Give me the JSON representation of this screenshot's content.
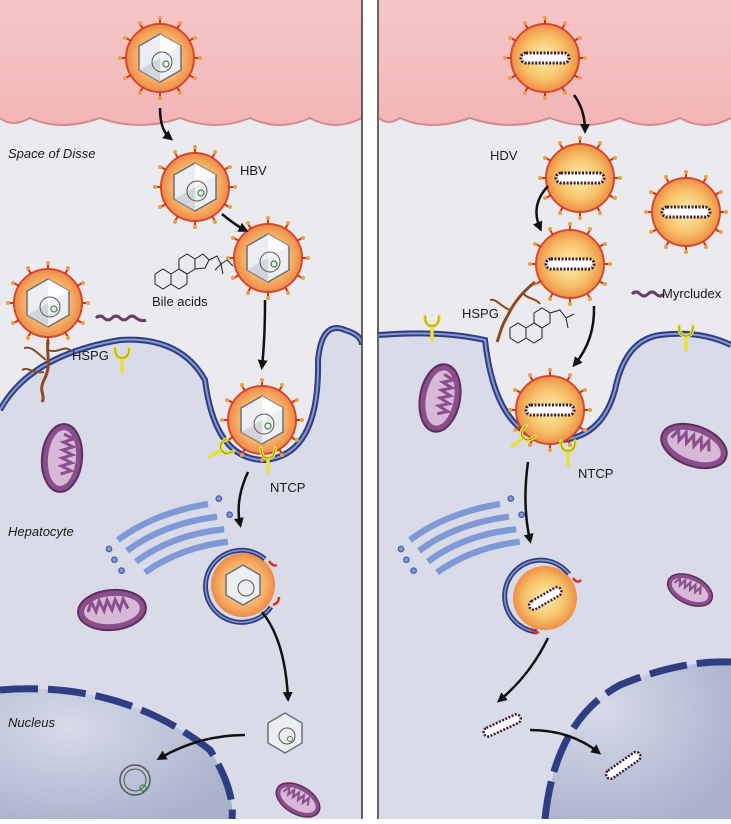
{
  "left_panel": {
    "space_of_disse": "Space of Disse",
    "hbv": "HBV",
    "bile_acids": "Bile acids",
    "hspg": "HSPG",
    "ntcp": "NTCP",
    "hepatocyte": "Hepatocyte",
    "nucleus": "Nucleus"
  },
  "right_panel": {
    "hdv": "HDV",
    "myrcludex": "Myrcludex",
    "hspg": "HSPG",
    "ntcp": "NTCP"
  },
  "colors": {
    "blood_vessel": "#f6cfcf",
    "space_of_disse": "#ebebef",
    "cytoplasm": "#d9dbe8",
    "membrane": "#2f3e82",
    "nucleus": "#c3c8dd",
    "mitochondria": "#8a4f8a",
    "er_golgi": "#7f98d6",
    "receptor_ntcp": "#e8e23a",
    "virus_envelope": "#f6a35b",
    "envelope_proteins": "#d8321f",
    "hspg": "#8a4a25",
    "myrcludex": "#6a3a6a",
    "arrows": "#111111"
  }
}
